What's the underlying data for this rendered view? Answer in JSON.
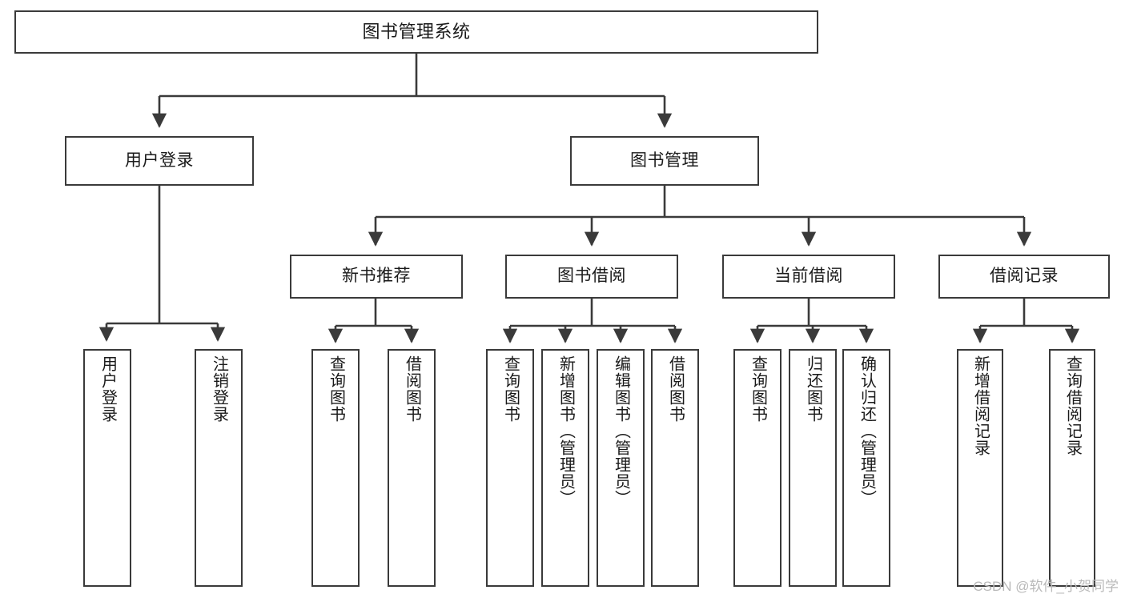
{
  "diagram": {
    "title": "图书管理系统",
    "type": "tree-hierarchy-diagram",
    "colors": {
      "box_border": "#3a3a3a",
      "box_fill": "#ffffff",
      "connector": "#3a3a3a",
      "text": "#1a1a1a",
      "watermark": "#b9b9b9",
      "background": "#ffffff"
    },
    "root": {
      "label": "图书管理系统"
    },
    "level2": [
      {
        "label": "用户登录"
      },
      {
        "label": "图书管理"
      }
    ],
    "level3": [
      {
        "label": "新书推荐"
      },
      {
        "label": "图书借阅"
      },
      {
        "label": "当前借阅"
      },
      {
        "label": "借阅记录"
      }
    ],
    "leaves": {
      "user_login": [
        {
          "label": "用户登录"
        },
        {
          "label": "注销登录"
        }
      ],
      "new_book_recommend": [
        {
          "label": "查询图书"
        },
        {
          "label": "借阅图书"
        }
      ],
      "book_borrow": [
        {
          "label": "查询图书"
        },
        {
          "label": "新增图书（管理员）"
        },
        {
          "label": "编辑图书（管理员）"
        },
        {
          "label": "借阅图书"
        }
      ],
      "current_borrow": [
        {
          "label": "查询图书"
        },
        {
          "label": "归还图书"
        },
        {
          "label": "确认归还（管理员）"
        }
      ],
      "borrow_record": [
        {
          "label": "新增借阅记录"
        },
        {
          "label": "查询借阅记录"
        }
      ]
    }
  },
  "watermark": {
    "text": "CSDN @软件_小贺同学"
  }
}
